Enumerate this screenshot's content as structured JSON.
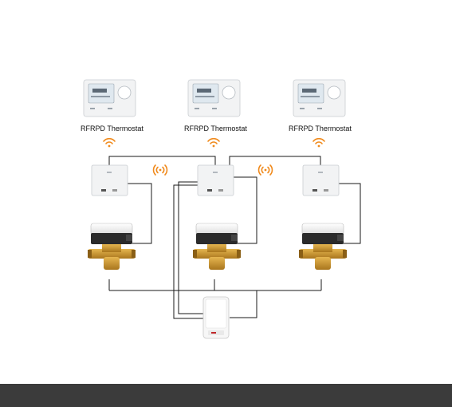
{
  "thermostats": [
    {
      "label": "RFRPD Thermostat"
    },
    {
      "label": "RFRPD Thermostat"
    },
    {
      "label": "RFRPD Thermostat"
    }
  ],
  "colors": {
    "wire": "#1a1a1a",
    "signal": "#f08a1c",
    "device_body": "#f2f3f4",
    "display": "#dfe8ef",
    "actuator": "#2b2b2b",
    "brass": "#c9952e",
    "bottom_bar": "#3b3b3b"
  },
  "icons": {
    "wireless": "wifi-signal-icon",
    "thermostat": "thermostat-icon",
    "receiver": "receiver-icon",
    "valve": "zone-valve-icon",
    "boiler": "boiler-icon"
  }
}
